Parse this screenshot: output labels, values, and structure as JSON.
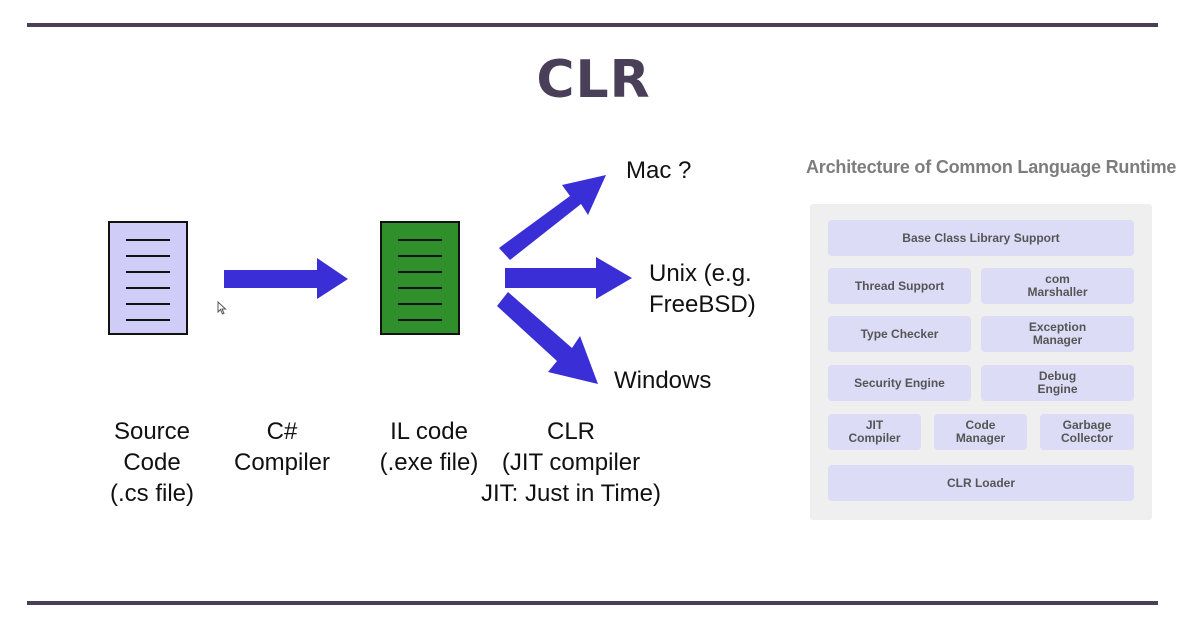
{
  "title": "CLR",
  "pipeline": {
    "source_label": "Source\nCode\n(.cs file)",
    "compiler_label": "C#\nCompiler",
    "il_label": "IL code\n(.exe file)",
    "clr_label": "CLR\n(JIT compiler\nJIT: Just in Time)"
  },
  "targets": {
    "mac": "Mac ?",
    "unix": "Unix (e.g.\nFreeBSD)",
    "windows": "Windows"
  },
  "architecture": {
    "title": "Architecture of Common Language Runtime",
    "boxes": {
      "base_class_library": "Base Class Library Support",
      "thread_support": "Thread Support",
      "com_marshaller": "com\nMarshaller",
      "type_checker": "Type Checker",
      "exception_manager": "Exception\nManager",
      "security_engine": "Security Engine",
      "debug_engine": "Debug\nEngine",
      "jit_compiler": "JIT\nCompiler",
      "code_manager": "Code\nManager",
      "garbage_collector": "Garbage\nCollector",
      "clr_loader": "CLR Loader"
    }
  },
  "colors": {
    "rule": "#4a3f59",
    "arrow": "#3a2fd6",
    "source_doc": "#cfcdf7",
    "il_doc": "#2f8f2b",
    "arch_box": "#dcdcf7"
  }
}
